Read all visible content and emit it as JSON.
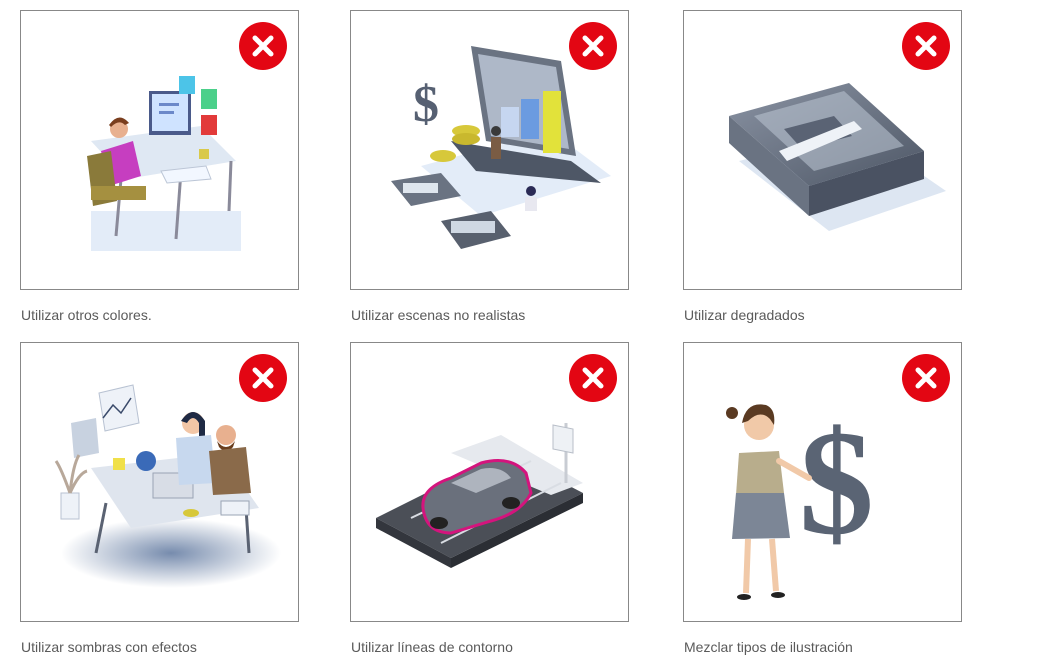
{
  "colors": {
    "error": "#e30613",
    "border": "#888888",
    "caption": "#5a5a5a"
  },
  "cards": [
    {
      "caption": "Utilizar otros colores.",
      "badge_icon": "x-icon"
    },
    {
      "caption": "Utilizar escenas no realistas",
      "badge_icon": "x-icon"
    },
    {
      "caption": "Utilizar degradados",
      "badge_icon": "x-icon"
    },
    {
      "caption": "Utilizar sombras con efectos",
      "badge_icon": "x-icon"
    },
    {
      "caption": "Utilizar líneas de contorno",
      "badge_icon": "x-icon"
    },
    {
      "caption": "Mezclar tipos de ilustración",
      "badge_icon": "x-icon"
    }
  ]
}
